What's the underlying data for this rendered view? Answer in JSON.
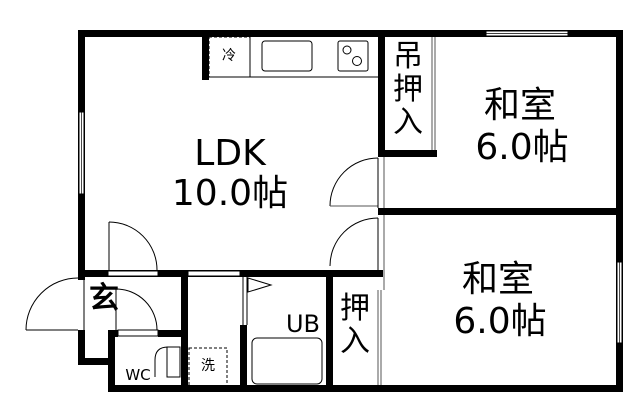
{
  "floor_plan": {
    "rooms": {
      "ldk": {
        "name": "LDK",
        "size": "10.0帖"
      },
      "washitsu_north": {
        "name": "和室",
        "size": "6.0帖"
      },
      "washitsu_south": {
        "name": "和室",
        "size": "6.0帖"
      },
      "hanging_closet": {
        "label": "吊押入"
      },
      "closet": {
        "label": "押入"
      },
      "entrance": {
        "label": "玄"
      },
      "unit_bath": {
        "label": "UB"
      },
      "toilet": {
        "label": "WC"
      },
      "washer": {
        "label": "洗"
      },
      "fridge": {
        "label": "冷"
      }
    },
    "colors": {
      "wall": "#000000",
      "background": "#ffffff",
      "window": "#ffffff",
      "fixture_line": "#555555"
    }
  }
}
